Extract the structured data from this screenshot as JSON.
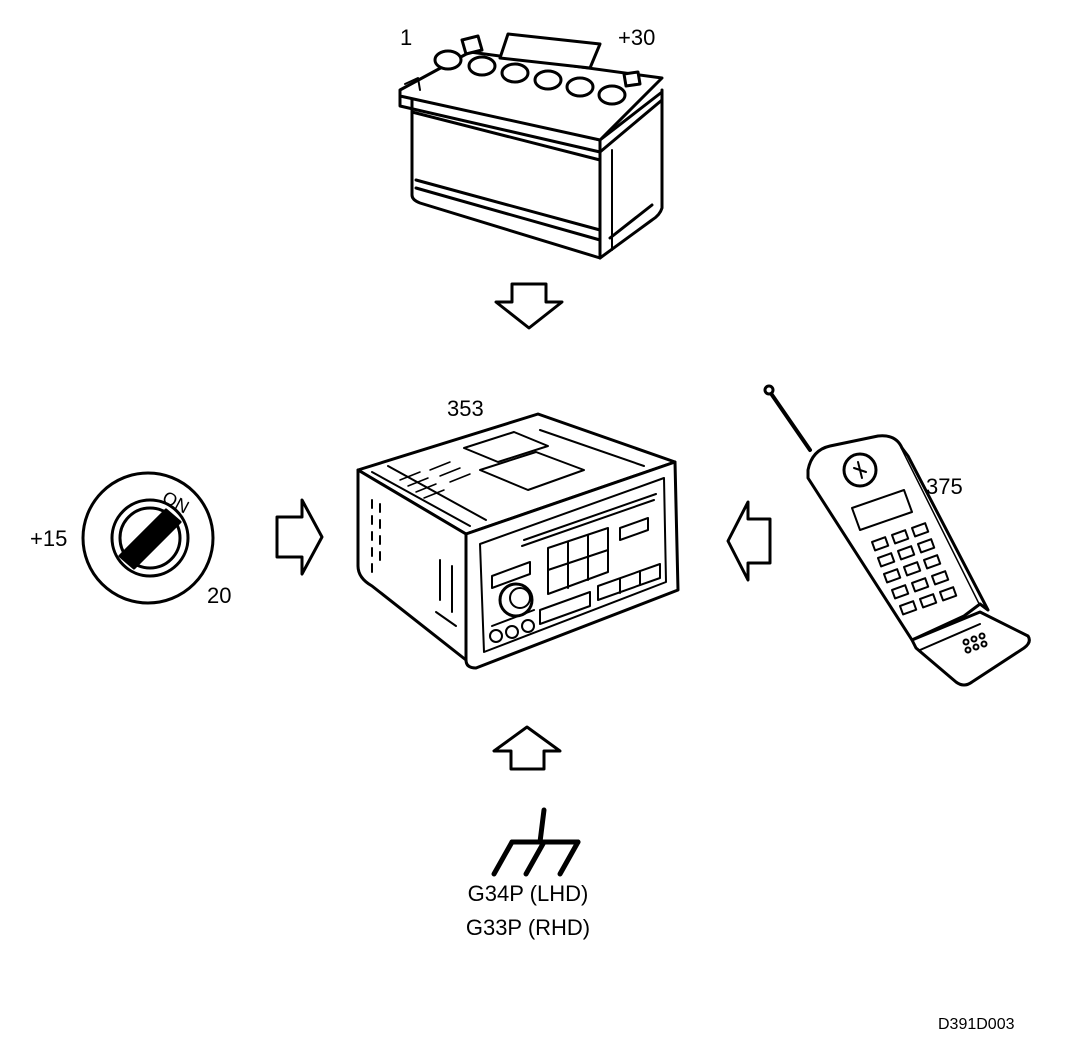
{
  "labels": {
    "battery_left": "1",
    "battery_right": "+30",
    "radio": "353",
    "phone": "375",
    "ignition_left": "+15",
    "ignition_right": "20",
    "ignition_on": "ON",
    "ground_lhd": "G34P (LHD)",
    "ground_rhd": "G33P (RHD)",
    "figure_code": "D391D003"
  },
  "icons": {
    "battery": "car-battery",
    "radio": "car-radio-head-unit",
    "phone": "mobile-phone",
    "ignition": "ignition-switch",
    "ground": "ground-symbol",
    "arrows": "hollow-arrow"
  }
}
